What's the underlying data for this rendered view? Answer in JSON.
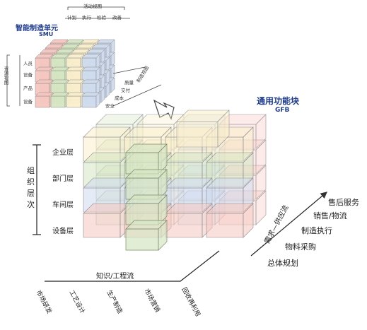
{
  "smu": {
    "title": "智能制造单元",
    "subtitle": "SMU",
    "activity_header": "活动视图",
    "activity_columns": [
      "计划",
      "执行",
      "检验",
      "改善"
    ],
    "resource_header": "资源视图",
    "resource_rows": [
      "人员",
      "设备",
      "产品",
      "设备"
    ],
    "dimension_header": "制造视图",
    "dimensions": [
      "质量",
      "交付",
      "成本",
      "安全"
    ]
  },
  "gfb": {
    "title": "通用功能块",
    "subtitle": "GFB"
  },
  "org_axis": {
    "label": [
      "组",
      "织",
      "层",
      "次"
    ],
    "levels": [
      "企业层",
      "部门层",
      "车间层",
      "设备层"
    ]
  },
  "knowledge_axis": {
    "label": "知识/工程流",
    "stages": [
      "市场研发",
      "工艺设计",
      "生产制造",
      "市场营销",
      "回收再利用"
    ]
  },
  "business_axis": {
    "label": "需求—供应流",
    "items": [
      "售后服务",
      "销售/物流",
      "制造执行",
      "物料采购",
      "总体规划"
    ]
  },
  "colors": {
    "title_blue": "#1f3b8f",
    "red": "#f5c6c0",
    "green": "#d5e6c3",
    "yellow": "#faeecb",
    "blue": "#cfdbee"
  }
}
